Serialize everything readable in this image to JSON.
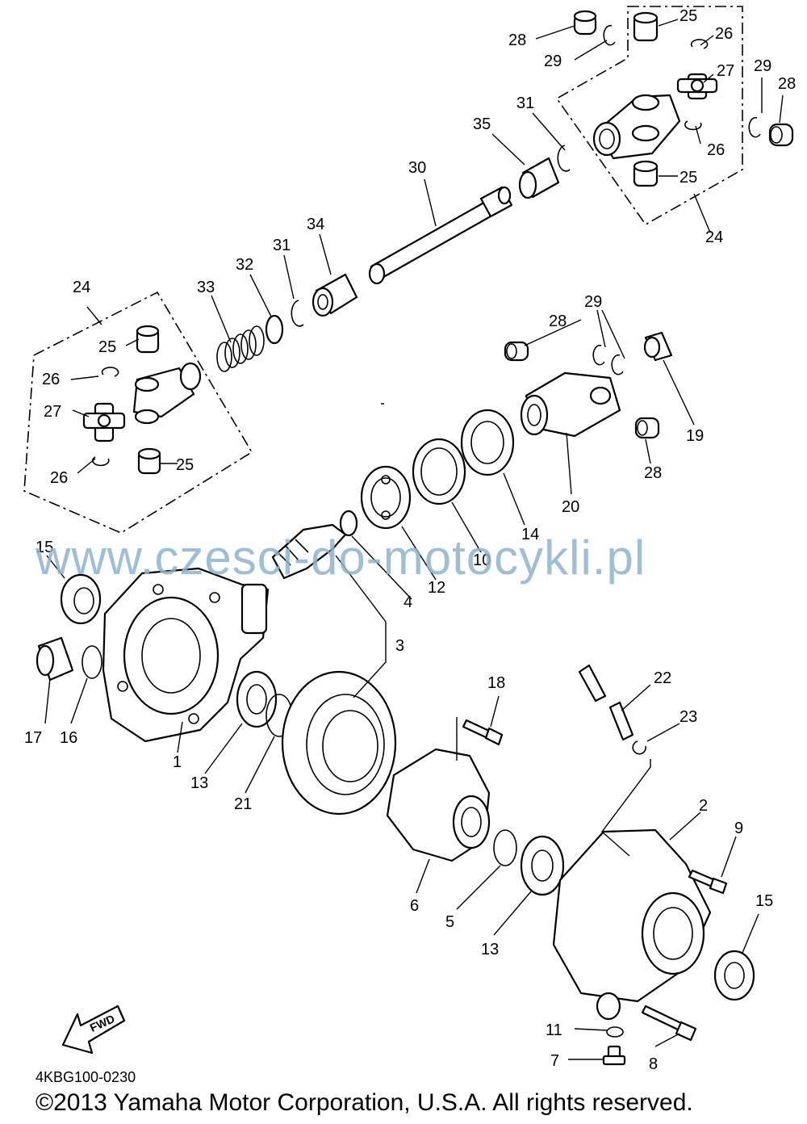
{
  "watermark": "www.czesci-do-motocykli.pl",
  "diagram_code": "4KBG100-0230",
  "copyright": "©2013 Yamaha Motor Corporation, U.S.A. All rights reserved.",
  "fwd_label": "FWD",
  "callouts": [
    "1",
    "2",
    "3",
    "4",
    "5",
    "6",
    "7",
    "8",
    "9",
    "10",
    "11",
    "12",
    "13",
    "14",
    "15",
    "16",
    "17",
    "18",
    "19",
    "20",
    "21",
    "22",
    "23",
    "24",
    "25",
    "26",
    "27",
    "28",
    "29",
    "30",
    "31",
    "32",
    "33",
    "34",
    "35"
  ]
}
